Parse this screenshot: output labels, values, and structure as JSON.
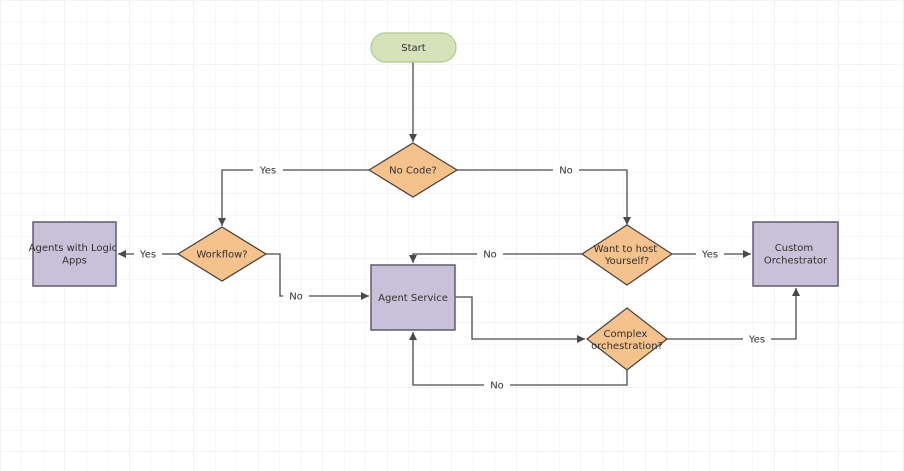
{
  "diagram": {
    "type": "flowchart",
    "description": "Agent hosting decision flowchart on gridded canvas"
  },
  "colors": {
    "canvas_bg": "#ffffff",
    "grid_minor": "#f2f2f2",
    "grid_major": "#e7e7e7",
    "terminator_fill": "#d6e3ba",
    "terminator_stroke": "#b2c794",
    "decision_fill": "#f5c28e",
    "decision_stroke": "#474038",
    "process_fill": "#c9c0d9",
    "process_stroke": "#605c70",
    "edge": "#4a4a4a",
    "text": "#33302d"
  },
  "nodes": {
    "start": {
      "type": "terminator",
      "label": "Start"
    },
    "no_code": {
      "type": "decision",
      "label": "No Code?"
    },
    "workflow": {
      "type": "decision",
      "label": "Workflow?"
    },
    "agents_with_logic_apps": {
      "type": "process",
      "lines": [
        "Agents with Logic",
        "Apps"
      ]
    },
    "want_to_host": {
      "type": "decision",
      "lines": [
        "Want to host",
        "Yourself?"
      ]
    },
    "agent_service": {
      "type": "process",
      "label": "Agent Service"
    },
    "custom_orchestrator": {
      "type": "process",
      "lines": [
        "Custom",
        "Orchestrator"
      ]
    },
    "complex_orchestration": {
      "type": "decision",
      "lines": [
        "Complex",
        "orchestration?"
      ]
    }
  },
  "edge_labels": {
    "no_code_yes": "Yes",
    "no_code_no": "No",
    "workflow_yes": "Yes",
    "workflow_no": "No",
    "want_to_host_no": "No",
    "want_to_host_yes": "Yes",
    "complex_orchestration_yes": "Yes",
    "complex_orchestration_no": "No"
  }
}
